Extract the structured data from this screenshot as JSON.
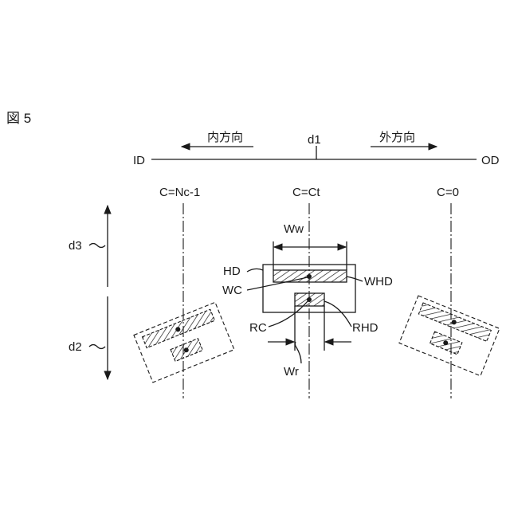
{
  "figure_label": "図 5",
  "d1": {
    "label": "d1",
    "inner_label": "内方向",
    "outer_label": "外方向",
    "left_end": "ID",
    "right_end": "OD"
  },
  "columns": {
    "left": "C=Nc-1",
    "center": "C=Ct",
    "right": "C=0"
  },
  "side_labels": {
    "d3": "d3",
    "d2": "d2"
  },
  "head": {
    "hd": "HD",
    "wc": "WC",
    "rc": "RC",
    "whd": "WHD",
    "rhd": "RHD",
    "ww": "Ww",
    "wr": "Wr"
  }
}
